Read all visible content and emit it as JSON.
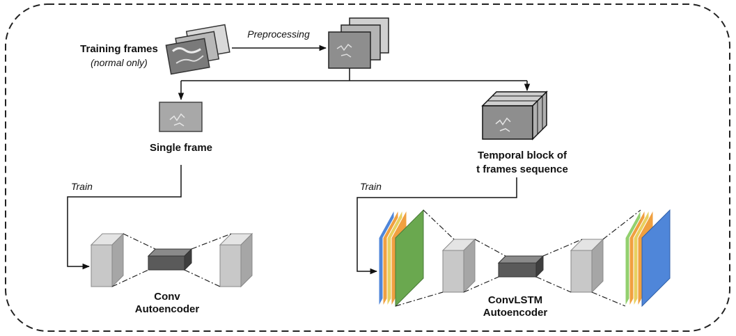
{
  "labels": {
    "training_frames": "Training frames",
    "training_frames_note": "(normal only)",
    "preprocessing": "Preprocessing",
    "single_frame": "Single frame",
    "temporal_block_line1": "Temporal block of",
    "temporal_block_line2": "t frames sequence",
    "train_left": "Train",
    "train_right": "Train",
    "conv_line1": "Conv",
    "conv_line2": "Autoencoder",
    "convlstm_line1": "ConvLSTM",
    "convlstm_line2": "Autoencoder"
  },
  "colors": {
    "border": "#222222",
    "arrow": "#111111",
    "block_front": "#c8c8c8",
    "block_side": "#a6a6a6",
    "bottleneck_front": "#5a5a5a",
    "frame_fill": "#8e8e8e",
    "layer_blue": "#4f86d9",
    "layer_orange": "#f0a040",
    "layer_yellow": "#e8d060",
    "layer_green": "#6aa84f",
    "layer_lightgreen": "#93d06f"
  },
  "icons": {
    "frame_stack": "image-stack-icon",
    "single_frame": "image-icon",
    "temporal_block": "video-block-icon"
  }
}
